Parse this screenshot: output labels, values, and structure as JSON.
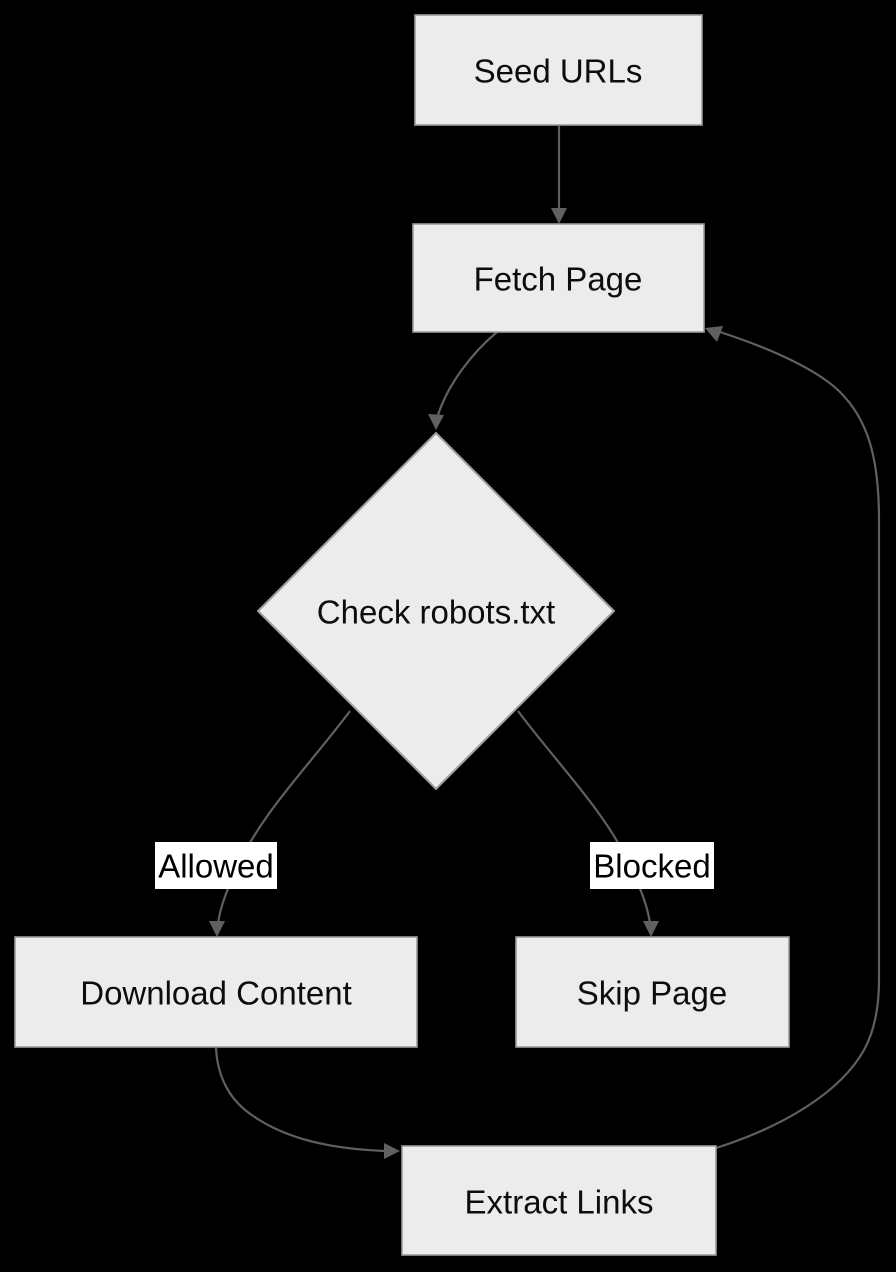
{
  "diagram": {
    "type": "flowchart",
    "background": "#000000",
    "colors": {
      "node_fill": "#ececec",
      "node_border": "#9c9c9c",
      "edge": "#606060",
      "node_text": "#0d0d0d",
      "edge_label_bg": "#ffffff",
      "edge_label_text": "#000000"
    },
    "nodes": {
      "seed_urls": {
        "label": "Seed URLs",
        "shape": "rect"
      },
      "fetch_page": {
        "label": "Fetch Page",
        "shape": "rect"
      },
      "check_robots": {
        "label": "Check robots.txt",
        "shape": "diamond"
      },
      "download_content": {
        "label": "Download Content",
        "shape": "rect"
      },
      "skip_page": {
        "label": "Skip Page",
        "shape": "rect"
      },
      "extract_links": {
        "label": "Extract Links",
        "shape": "rect"
      }
    },
    "edge_labels": {
      "allowed": "Allowed",
      "blocked": "Blocked"
    },
    "edges": [
      {
        "from": "Seed URLs",
        "to": "Fetch Page",
        "label": ""
      },
      {
        "from": "Fetch Page",
        "to": "Check robots.txt",
        "label": ""
      },
      {
        "from": "Check robots.txt",
        "to": "Download Content",
        "label": "Allowed"
      },
      {
        "from": "Check robots.txt",
        "to": "Skip Page",
        "label": "Blocked"
      },
      {
        "from": "Download Content",
        "to": "Extract Links",
        "label": ""
      },
      {
        "from": "Extract Links",
        "to": "Fetch Page",
        "label": ""
      }
    ]
  }
}
